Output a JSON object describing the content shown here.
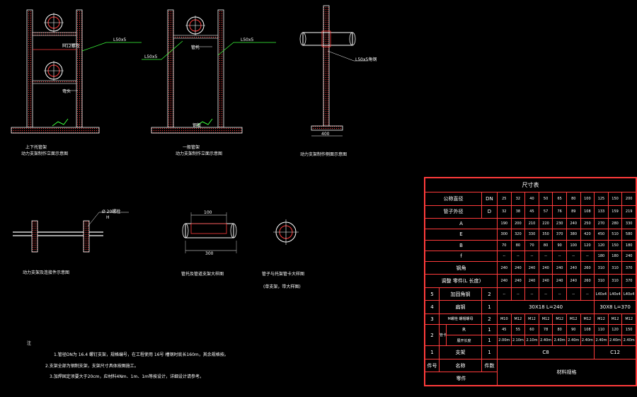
{
  "captions": {
    "view1_line1": "上下托管架",
    "view1_line2": "动力支架制作立面示意图",
    "view2": "一般管架",
    "view2_line2": "动力支架制作立面示意图",
    "view3": "动力支架制作侧面示意图",
    "view4": "动力支架及连接件示意图",
    "view5": "管托及管道支架大样图",
    "view6_line1": "管子与托架管卡大样图",
    "view6_line2": "(单支架，带大样图)"
  },
  "leaders": {
    "l1": "M12螺栓",
    "l2": "弯头",
    "l3": "L50x5",
    "l4": "管托",
    "l5": "L50x5",
    "l6": "钢板",
    "l7": "L50x5",
    "l8": "L50x5角钢",
    "l9": "Ø 20螺栓",
    "l10": "H"
  },
  "dims": {
    "d1": "400",
    "d2": "100",
    "d3": "300"
  },
  "notes": {
    "head": "注",
    "n1": "1.管径DN为 16.4 螺钉支架，规格编号，在工程使用 16号 槽钢时底长160m，其余规格按。",
    "n2": "2.支架全部为钢制支架，支架尺寸具体按图施工。",
    "n3": "3.加焊固定须要大于20cm，应材料4Nm、1m、1m等按设计，详细设计请参考。"
  },
  "table": {
    "title": "尺寸表",
    "row_dn": {
      "label": "公称直径",
      "sym": "DN",
      "values": [
        "25",
        "32",
        "40",
        "50",
        "65",
        "80",
        "100",
        "125",
        "150",
        "200"
      ]
    },
    "row_d": {
      "label": "管子外径",
      "sym": "D",
      "values": [
        "32",
        "38",
        "45",
        "57",
        "76",
        "89",
        "108",
        "133",
        "159",
        "219"
      ]
    },
    "row_a": {
      "label": "A",
      "values": [
        "190",
        "200",
        "210",
        "220",
        "230",
        "240",
        "250",
        "270",
        "280",
        "330"
      ]
    },
    "row_e": {
      "label": "E",
      "values": [
        "300",
        "320",
        "330",
        "350",
        "370",
        "380",
        "420",
        "450",
        "510",
        "580"
      ]
    },
    "row_b": {
      "label": "B",
      "values": [
        "70",
        "80",
        "70",
        "80",
        "90",
        "100",
        "120",
        "120",
        "150",
        "180"
      ]
    },
    "row_f": {
      "label": "f",
      "values": [
        "--",
        "--",
        "--",
        "--",
        "--",
        "--",
        "--",
        "180",
        "180",
        "240"
      ]
    },
    "row_steel": {
      "label": "钢角",
      "values": [
        "240",
        "240",
        "240",
        "240",
        "240",
        "240",
        "260",
        "310",
        "310",
        "370"
      ]
    },
    "row_adj": {
      "label": "调整 零件(L 长度)",
      "values": [
        "240",
        "240",
        "240",
        "240",
        "240",
        "240",
        "260",
        "310",
        "310",
        "370"
      ]
    },
    "row5": {
      "no": "5",
      "name": "加固角钢",
      "qty": "2",
      "values": [
        "--",
        "--",
        "--",
        "--",
        "--",
        "--",
        "--",
        "L40x4",
        "L40x4",
        "L40x4"
      ]
    },
    "row4": {
      "no": "4",
      "name": "扁钢",
      "qty": "1",
      "spec_a": "30X18 L=240",
      "spec_b": "30X8 L=370"
    },
    "row3": {
      "no": "3",
      "name": "M螺栓 螺帽螺母",
      "qty": "2",
      "values": [
        "M10",
        "M12",
        "M12",
        "M12",
        "M12",
        "M12",
        "M12",
        "M12",
        "M12",
        "M12"
      ]
    },
    "row2a": {
      "no": "2",
      "sub1": "管卡",
      "name": "R",
      "qty": "1",
      "values": [
        "45",
        "55",
        "60",
        "78",
        "80",
        "90",
        "108",
        "110",
        "120",
        "150"
      ]
    },
    "row2b": {
      "name": "展开长度",
      "qty": "1",
      "values": [
        "2.00m",
        "2.10m",
        "2.10m",
        "2.40m",
        "2.40m",
        "2.40m",
        "2.40m",
        "2.40m",
        "2.40m",
        "2.40m"
      ]
    },
    "row1": {
      "no": "1",
      "name": "支架",
      "qty": "1",
      "spec_a": "C8",
      "spec_b": "C12"
    },
    "foot1": {
      "no": "件号",
      "name": "名称",
      "qty": "件数",
      "spec": "材料规格"
    },
    "foot2": {
      "name": "零件"
    }
  },
  "colors": {
    "red": "#ff3b3b",
    "green": "#3cff3c",
    "white": "#ffffff",
    "bg": "#000000"
  }
}
